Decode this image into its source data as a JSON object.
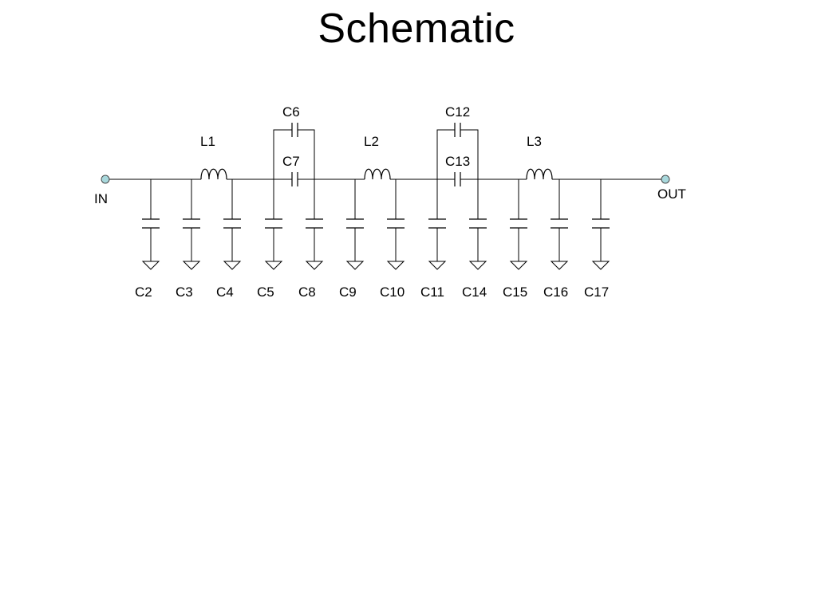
{
  "title": "Schematic",
  "ports": {
    "in": "IN",
    "out": "OUT"
  },
  "inductors": [
    "L1",
    "L2",
    "L3"
  ],
  "series_capacitors": [
    "C6",
    "C7",
    "C12",
    "C13"
  ],
  "shunt_capacitors": [
    "C2",
    "C3",
    "C4",
    "C5",
    "C8",
    "C9",
    "C10",
    "C11",
    "C14",
    "C15",
    "C16",
    "C17"
  ],
  "colors": {
    "line": "#000000",
    "port_fill": "#a8d8dc",
    "port_stroke": "#4a4a4a"
  }
}
